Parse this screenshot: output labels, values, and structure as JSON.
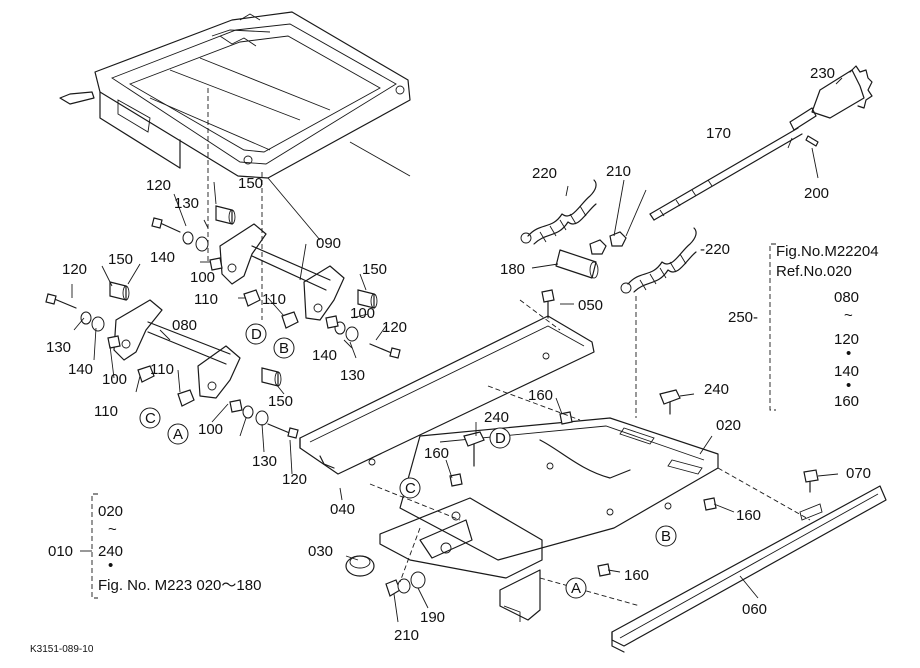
{
  "labels": {
    "p230": "230",
    "p170": "170",
    "p200": "200",
    "p220a": "220",
    "p220b": "-220",
    "p210a": "210",
    "p180": "180",
    "p050": "050",
    "p120a": "120",
    "p130a": "130",
    "p150a": "150",
    "p090": "090",
    "p150b": "150",
    "p140a": "140",
    "p100a": "100",
    "p110a": "110",
    "p110b": "110",
    "p100b": "100",
    "p120b": "120",
    "p120c": "120",
    "p150c": "150",
    "p080": "080",
    "p130b": "130",
    "p140b": "140",
    "p100c": "100",
    "p110c": "110",
    "p100d": "100",
    "p140c": "140",
    "p130c": "130",
    "p120d": "120",
    "p150d": "150",
    "p110d": "110",
    "p160a": "160",
    "p240a": "240",
    "p240b": "240",
    "p020": "020",
    "p160b": "160",
    "p070": "070",
    "p160c": "160",
    "p040": "040",
    "p160d": "160",
    "p030": "030",
    "p210b": "210",
    "p190": "190",
    "p060": "060",
    "p250": "250-"
  },
  "circled": {
    "a1": "A",
    "a2": "A",
    "b1": "B",
    "b2": "B",
    "c1": "C",
    "c2": "C",
    "d1": "D",
    "d2": "D"
  },
  "ref_block": {
    "fig": "Fig.No.M22204",
    "ref": "Ref.No.020",
    "items": [
      "080",
      "~",
      "120",
      "•",
      "140",
      "•",
      "160"
    ]
  },
  "assembly_block": {
    "item_010": "010",
    "range_start": "020",
    "tilde": "~",
    "range_end": "240",
    "dot": "•",
    "fig_ref": "Fig. No. M223  020～180"
  },
  "footer_code": "K3151-089-10"
}
